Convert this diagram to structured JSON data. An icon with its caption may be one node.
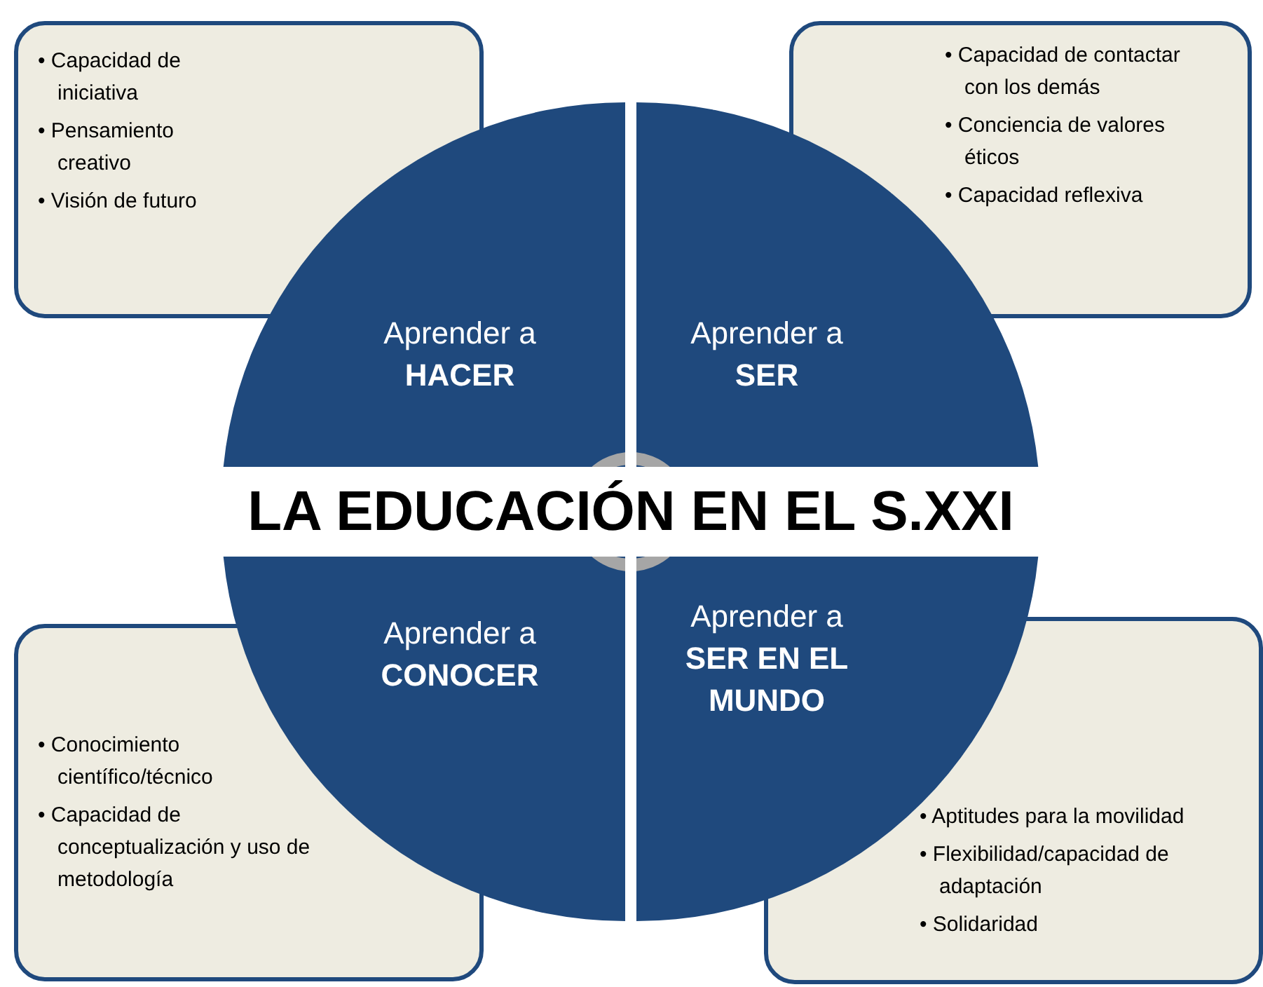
{
  "diagram": {
    "nodes": [
      {
        "text": [
          "• Capacidad de iniciativa",
          "• Pensamiento creativo",
          "• Visión de futuro"
        ]
      },
      {
        "text": [
          "• Capacidad de contactar con los demás",
          "• Conciencia de valores éticos",
          "• Capacidad reflexiva"
        ]
      },
      {
        "text": [
          "Aprender a **HACER**"
        ]
      },
      {
        "text": [
          "Aprender a **SER**"
        ]
      },
      {
        "text": [
          "LA EDUCACIÓN EN EL S.XXI"
        ]
      },
      {
        "text": [
          "Aprender a **CONOCER**"
        ]
      },
      {
        "text": [
          "Aprender a **SER EN EL MUNDO**"
        ]
      },
      {
        "text": [
          "• Conocimiento científico/técnico",
          "• Capacidad de conceptualización y uso de metodología"
        ]
      },
      {
        "text": [
          "• Aptitudes para la movilidad",
          "• Flexibilidad/capacidad de adaptación",
          "• Solidaridad"
        ]
      }
    ]
  }
}
